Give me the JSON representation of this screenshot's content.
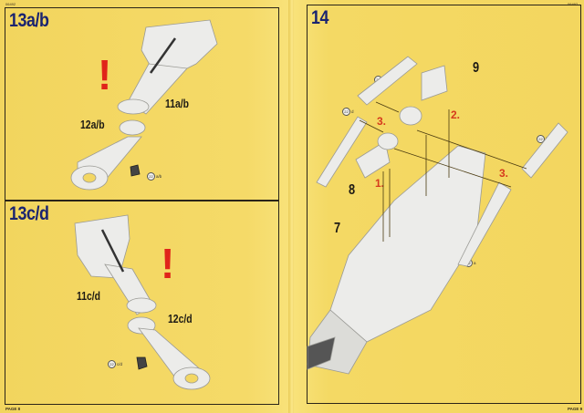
{
  "document": {
    "type": "model kit assembly instructions",
    "colors": {
      "page_background": "#f3d763",
      "step_title": "#1a2470",
      "warning": "#e0241a",
      "sub_step_number": "#d63a1d",
      "part_fill": "#e9e9e6",
      "outline": "#2a2418"
    }
  },
  "left_page": {
    "header_code": "06492",
    "footer": "PAGE 8",
    "panels": [
      {
        "step_title": "13a/b",
        "warning_symbol": "!",
        "part_labels": [
          "11a/b",
          "12a/b"
        ],
        "callout": {
          "number": "22",
          "suffix": "a/b"
        }
      },
      {
        "step_title": "13c/d",
        "warning_symbol": "!",
        "part_labels": [
          "11c/d",
          "12c/d"
        ],
        "callout": {
          "number": "22",
          "suffix": "c/d"
        }
      }
    ]
  },
  "right_page": {
    "header_code": "06492",
    "footer": "PAGE 9",
    "panel": {
      "step_title": "14",
      "part_labels": [
        "9",
        "8",
        "7"
      ],
      "sub_steps": [
        "1.",
        "2.",
        "3.",
        "3."
      ],
      "callouts": [
        {
          "number": "22",
          "suffix": "c"
        },
        {
          "number": "22",
          "suffix": "d"
        },
        {
          "number": "22",
          "suffix": "b"
        },
        {
          "number": "22",
          "suffix": "a"
        }
      ]
    }
  }
}
